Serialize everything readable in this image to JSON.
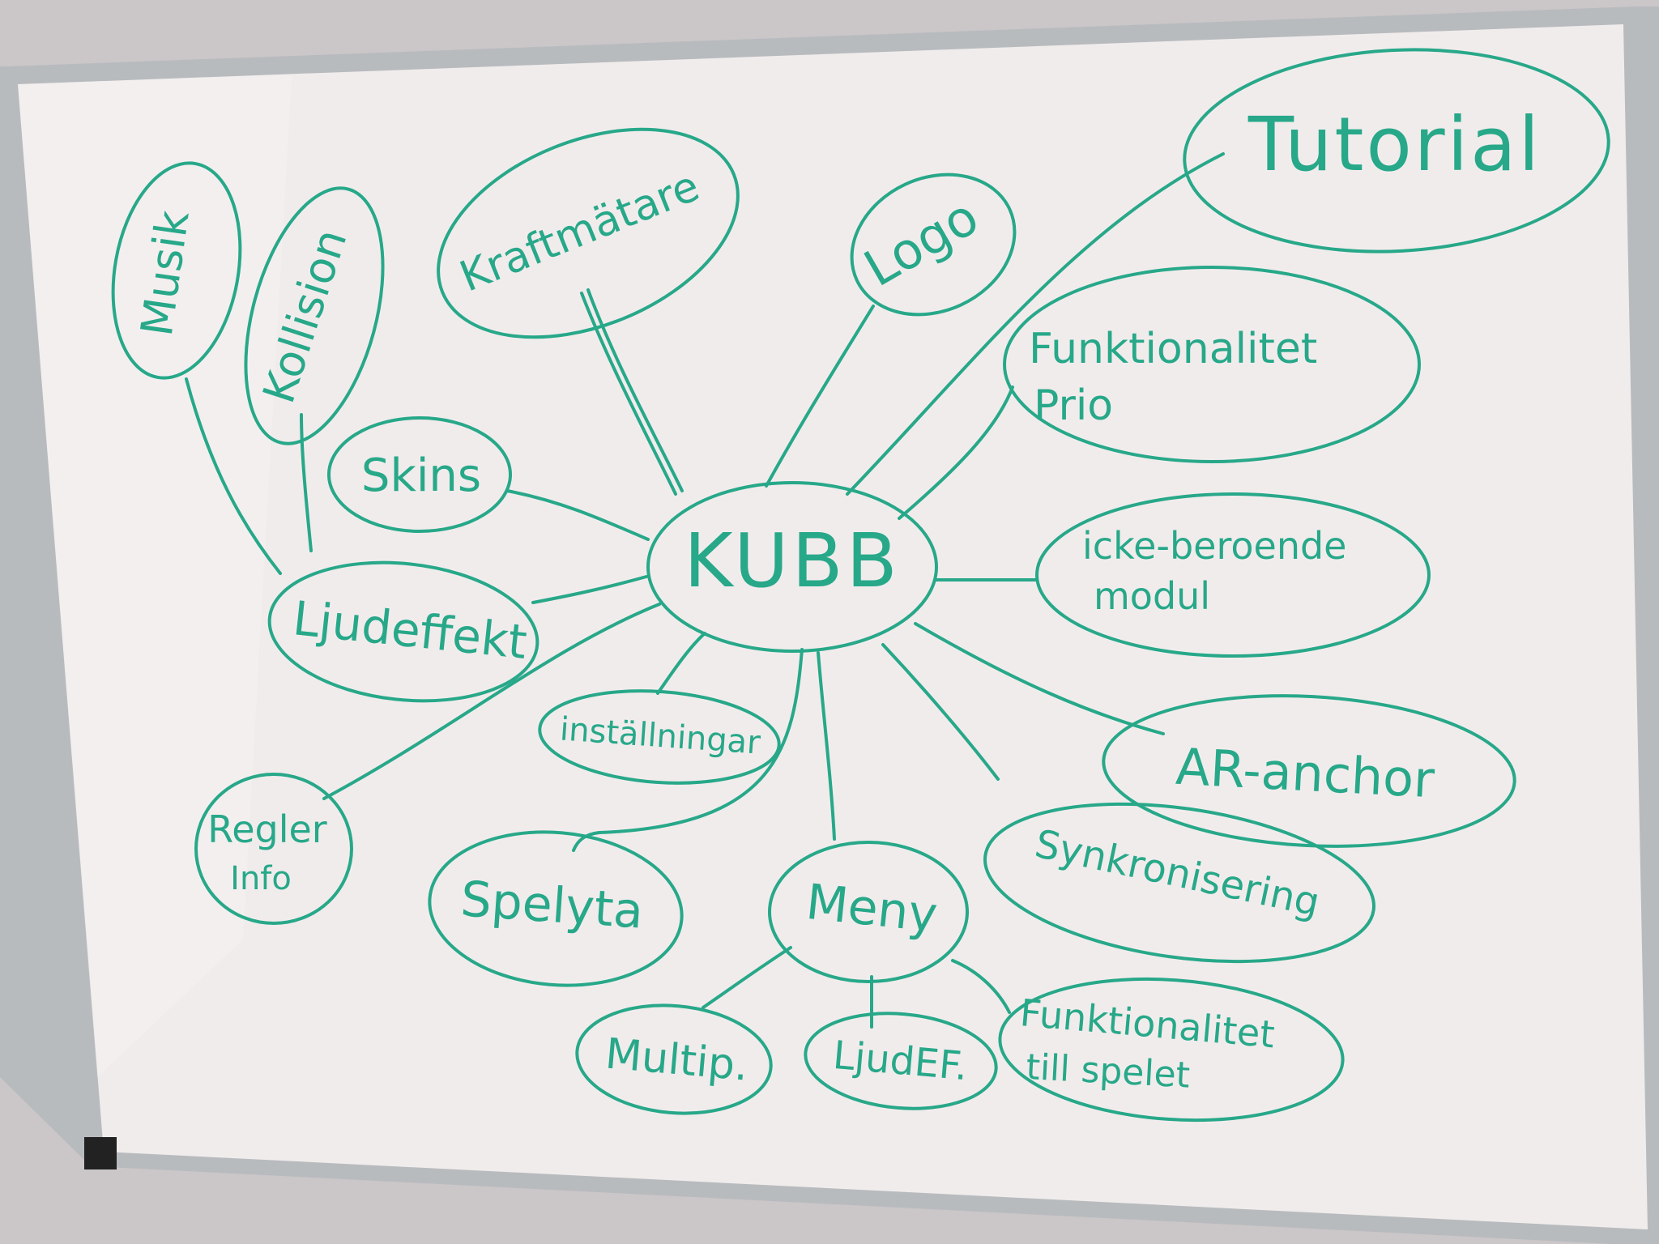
{
  "board": {
    "frame_color": "#b8bbbe",
    "surface_color": "#f1ecec",
    "marker_color": "#27a889"
  },
  "center": {
    "id": "kubb",
    "label": "KUBB"
  },
  "nodes": [
    {
      "id": "musik",
      "label": "Musik"
    },
    {
      "id": "kollision",
      "label": "Kollision"
    },
    {
      "id": "kraftmatare",
      "label": "Kraftmätare"
    },
    {
      "id": "logo",
      "label": "Logo"
    },
    {
      "id": "tutorial",
      "label": "Tutorial"
    },
    {
      "id": "funktionalitet-prio",
      "lines": [
        "Funktionalitet",
        "Prio"
      ]
    },
    {
      "id": "skins",
      "label": "Skins"
    },
    {
      "id": "icke-beroende",
      "lines": [
        "icke-beroende",
        "modul"
      ]
    },
    {
      "id": "ljudeffekt",
      "label": "Ljudeffekt"
    },
    {
      "id": "installningar",
      "label": "inställningar"
    },
    {
      "id": "ar-anchor",
      "label": "AR-anchor"
    },
    {
      "id": "regler-info",
      "lines": [
        "Regler",
        "Info"
      ]
    },
    {
      "id": "synkronisering",
      "label": "Synkronisering"
    },
    {
      "id": "spelyta",
      "label": "Spelyta"
    },
    {
      "id": "meny",
      "label": "Meny"
    },
    {
      "id": "multip",
      "label": "Multip."
    },
    {
      "id": "ljudef",
      "label": "LjudEF."
    },
    {
      "id": "funktionalitet-spelet",
      "lines": [
        "Funktionalitet",
        "till spelet"
      ]
    }
  ],
  "edges": [
    [
      "kubb",
      "kraftmatare"
    ],
    [
      "kubb",
      "logo"
    ],
    [
      "kubb",
      "tutorial"
    ],
    [
      "kubb",
      "funktionalitet-prio"
    ],
    [
      "kubb",
      "skins"
    ],
    [
      "kubb",
      "icke-beroende"
    ],
    [
      "kubb",
      "ljudeffekt"
    ],
    [
      "kubb",
      "installningar"
    ],
    [
      "kubb",
      "ar-anchor"
    ],
    [
      "kubb",
      "regler-info"
    ],
    [
      "kubb",
      "synkronisering"
    ],
    [
      "kubb",
      "spelyta"
    ],
    [
      "kubb",
      "meny"
    ],
    [
      "ljudeffekt",
      "musik"
    ],
    [
      "ljudeffekt",
      "kollision"
    ],
    [
      "meny",
      "multip"
    ],
    [
      "meny",
      "ljudef"
    ],
    [
      "meny",
      "funktionalitet-spelet"
    ]
  ]
}
